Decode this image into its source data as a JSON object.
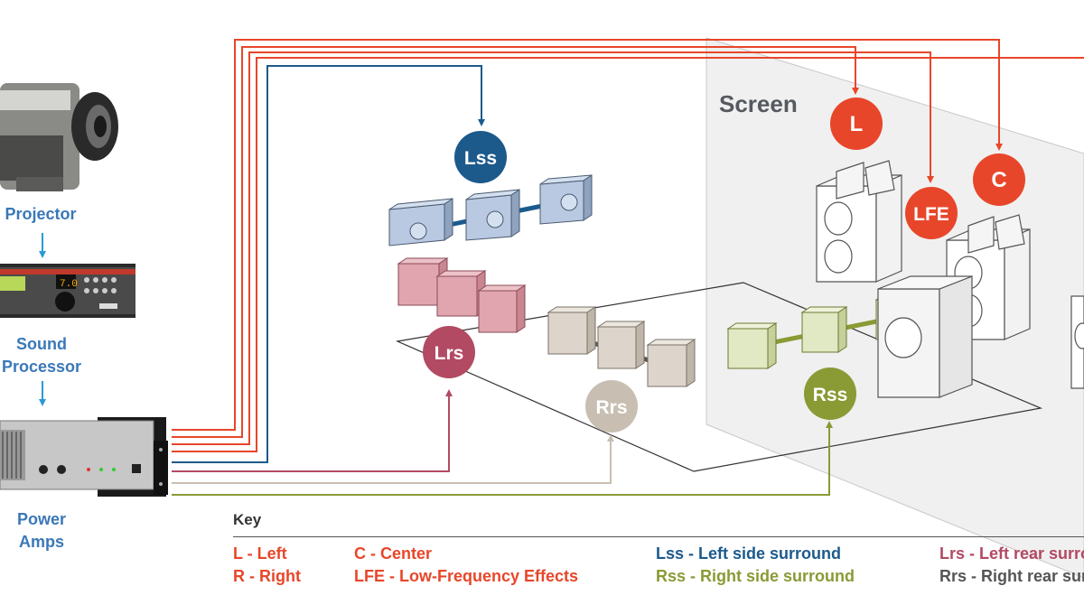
{
  "devices": {
    "projector": "Projector",
    "processor_line1": "Sound",
    "processor_line2": "Processor",
    "amps_line1": "Power",
    "amps_line2": "Amps",
    "processor_display": "7.0"
  },
  "screen_label": "Screen",
  "channels": [
    {
      "id": "L",
      "label": "L",
      "color": "#e8462a"
    },
    {
      "id": "LFE",
      "label": "LFE",
      "color": "#e8462a"
    },
    {
      "id": "C",
      "label": "C",
      "color": "#e8462a"
    },
    {
      "id": "Lss",
      "label": "Lss",
      "color": "#1c5a8c"
    },
    {
      "id": "Lrs",
      "label": "Lrs",
      "color": "#b24a63"
    },
    {
      "id": "Rrs",
      "label": "Rrs",
      "color": "#c8bfb2"
    },
    {
      "id": "Rss",
      "label": "Rss",
      "color": "#8a9a35"
    }
  ],
  "key": {
    "title": "Key",
    "items": [
      {
        "text": "L - Left",
        "color": "#e8462a"
      },
      {
        "text": "R - Right",
        "color": "#e8462a"
      },
      {
        "text": "C - Center",
        "color": "#e8462a"
      },
      {
        "text": "LFE - Low-Frequency Effects",
        "color": "#e8462a"
      },
      {
        "text": "Lss - Left side surround",
        "color": "#1c5a8c"
      },
      {
        "text": "Rss - Right side surround",
        "color": "#8a9a35"
      },
      {
        "text": "Lrs - Left rear surround",
        "color": "#b24a63"
      },
      {
        "text": "Rrs - Right rear surround",
        "color": "#555555"
      }
    ]
  }
}
